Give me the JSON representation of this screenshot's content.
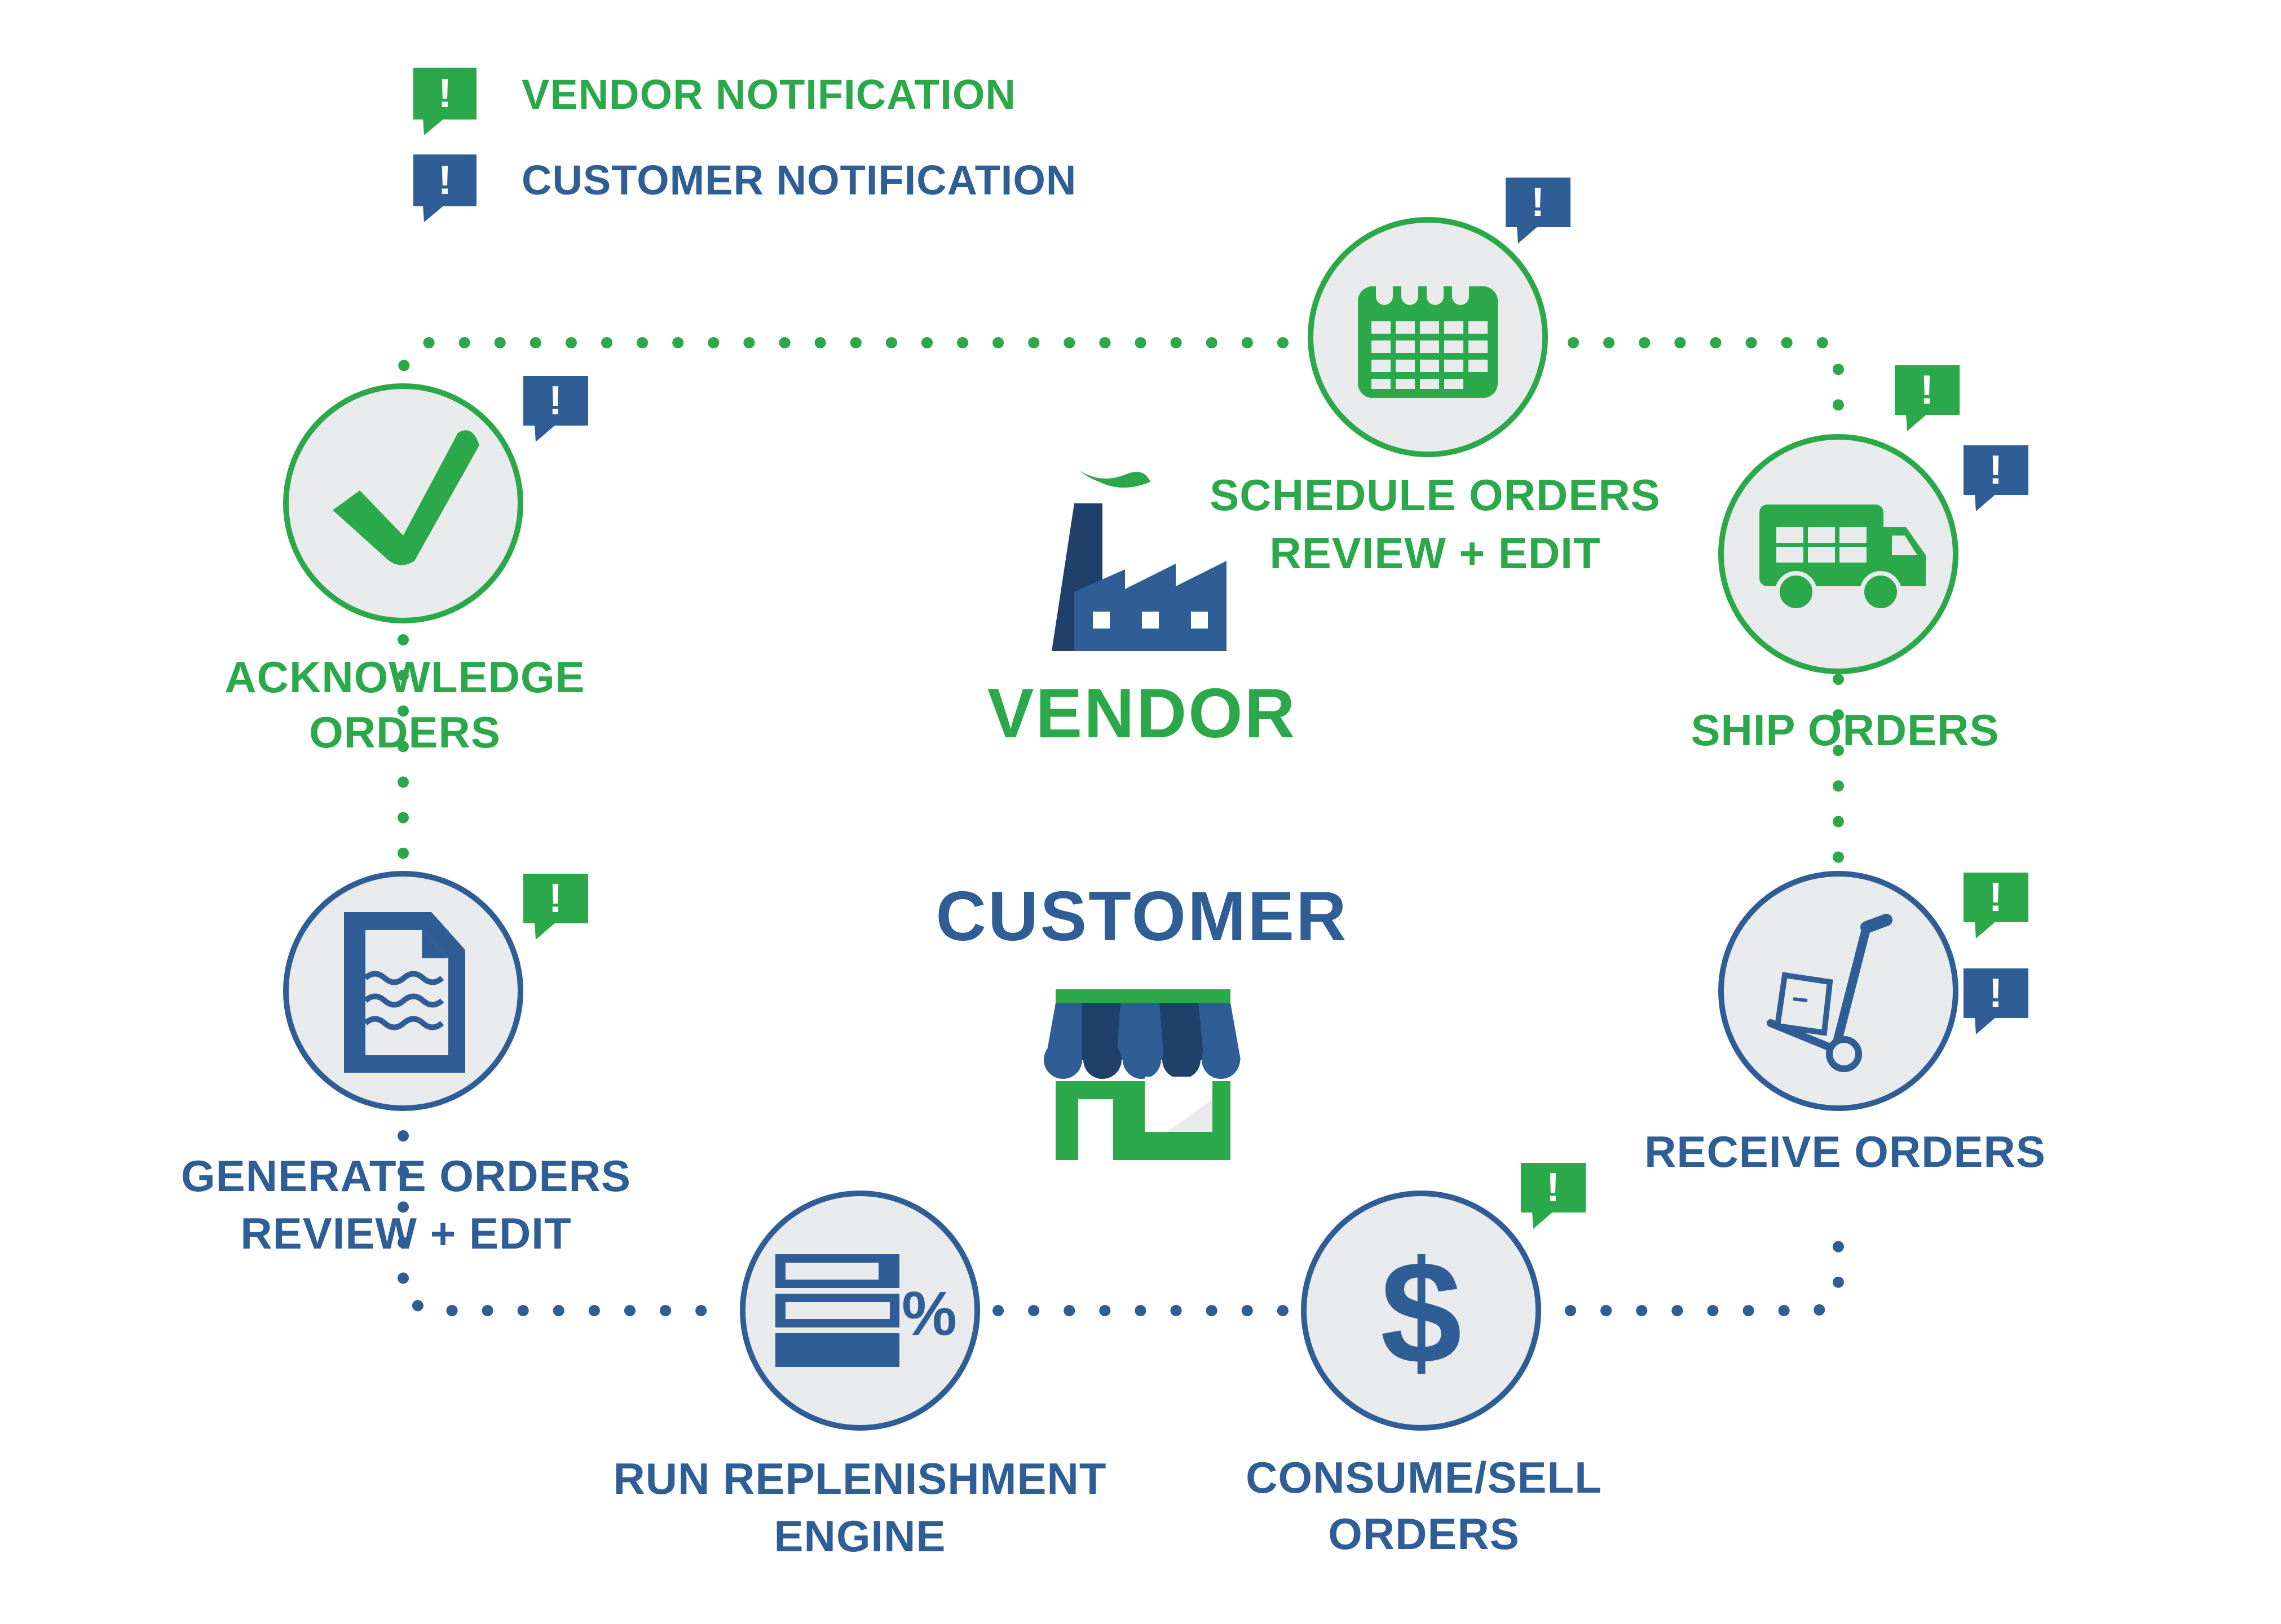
{
  "colors": {
    "vendor_green": "#2BA84A",
    "customer_blue": "#2E5E95",
    "dark_navy": "#213F6B",
    "circle_fill": "#E8EAEB"
  },
  "legend": {
    "vendor_notification": "VENDOR NOTIFICATION",
    "customer_notification": "CUSTOMER NOTIFICATION",
    "badge_symbol": "!"
  },
  "center": {
    "vendor_title": "VENDOR",
    "customer_title": "CUSTOMER"
  },
  "steps": {
    "schedule": {
      "line1": "SCHEDULE ORDERS",
      "line2": "REVIEW + EDIT",
      "icon": "calendar-icon"
    },
    "ship": {
      "line1": "SHIP ORDERS",
      "icon": "truck-icon"
    },
    "receive": {
      "line1": "RECEIVE ORDERS",
      "icon": "hand-truck-icon"
    },
    "consume": {
      "line1": "CONSUME/SELL",
      "line2": "ORDERS",
      "icon": "dollar-icon",
      "symbol": "$"
    },
    "replenish": {
      "line1": "RUN REPLENISHMENT",
      "line2": "ENGINE",
      "icon": "replenishment-chart-icon",
      "symbol": "%"
    },
    "generate": {
      "line1": "GENERATE ORDERS",
      "line2": "REVIEW + EDIT",
      "icon": "document-icon"
    },
    "acknowledge": {
      "line1": "ACKNOWLEDGE",
      "line2": "ORDERS",
      "icon": "checkmark-icon"
    }
  }
}
